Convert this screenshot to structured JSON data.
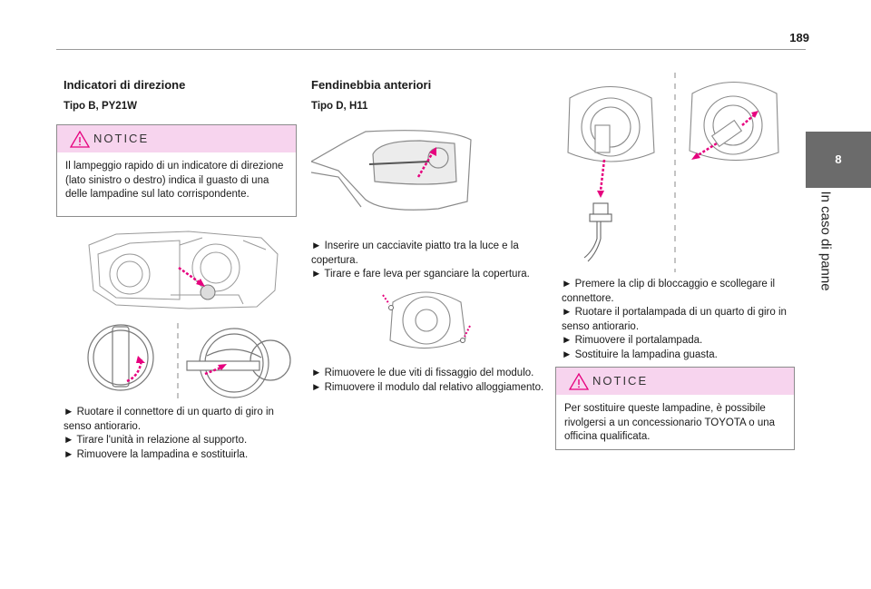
{
  "page": {
    "number": "189",
    "chapter_number": "8",
    "chapter_title": "In caso di panne"
  },
  "left": {
    "heading": "Indicatori di direzione",
    "subheading": "Tipo B, PY21W",
    "notice": {
      "title": "NOTICE",
      "text": "Il lampeggio rapido di un indicatore di direzione (lato sinistro o destro) indica il guasto di una delle lampadine sul lato corrispondente."
    },
    "steps": [
      "►  Ruotare il connettore di un quarto di giro in senso antiorario.",
      "► Tirare l'unità in relazione al supporto.",
      "► Rimuovere la lampadina e sostituirla."
    ]
  },
  "middle": {
    "heading": "Fendinebbia anteriori",
    "subheading": "Tipo D, H11",
    "steps_a": [
      "► Inserire un cacciavite piatto tra la luce e la copertura.",
      "► Tirare e fare leva per sganciare la copertura."
    ],
    "steps_b": [
      "► Rimuovere le due viti di fissaggio del modulo.",
      "► Rimuovere il modulo dal relativo alloggiamento."
    ]
  },
  "right": {
    "steps": [
      "► Premere la clip di bloccaggio e scollegare il connettore.",
      "► Ruotare il portalampada di un quarto di giro in senso antiorario.",
      "► Rimuovere il portalampada.",
      "► Sostituire la lampadina guasta."
    ],
    "notice": {
      "title": "NOTICE",
      "text": "Per sostituire queste lampadine, è possibile rivolgersi a un concessionario TOYOTA o una officina qualificata."
    }
  },
  "colors": {
    "accent_pink": "#e6007e",
    "notice_header": "#f7d4ee",
    "tab_gray": "#6b6b6b"
  }
}
